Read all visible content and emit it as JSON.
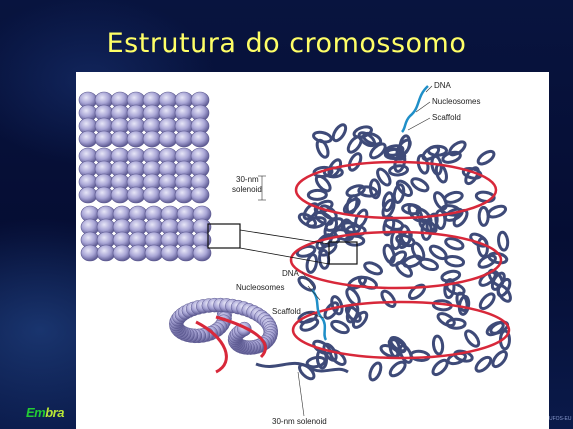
{
  "slide": {
    "title": "Estrutura do cromossomo",
    "logo_text_a": "Em",
    "logo_text_b": "bra",
    "credit_text": "UFOS-EU"
  },
  "figure": {
    "labels": {
      "dna_top": "DNA",
      "nucleosomes_top": "Nucleosomes",
      "scaffold_top": "Scaffold",
      "solenoid_note_line1": "30-nm",
      "solenoid_note_line2": "solenoid",
      "dna_mid": "DNA",
      "nucleosomes_mid": "Nucleosomes",
      "scaffold_mid": "Scaffold",
      "solenoid_bottom": "30-nm solenoid"
    }
  },
  "colors": {
    "title": "#ffff66",
    "background": "#06103a",
    "nucleosome_fill": "#a9a6d6",
    "loop_stroke": "#3e4a78",
    "scaffold": "#d8283a",
    "dna": "#1f8fc8"
  }
}
